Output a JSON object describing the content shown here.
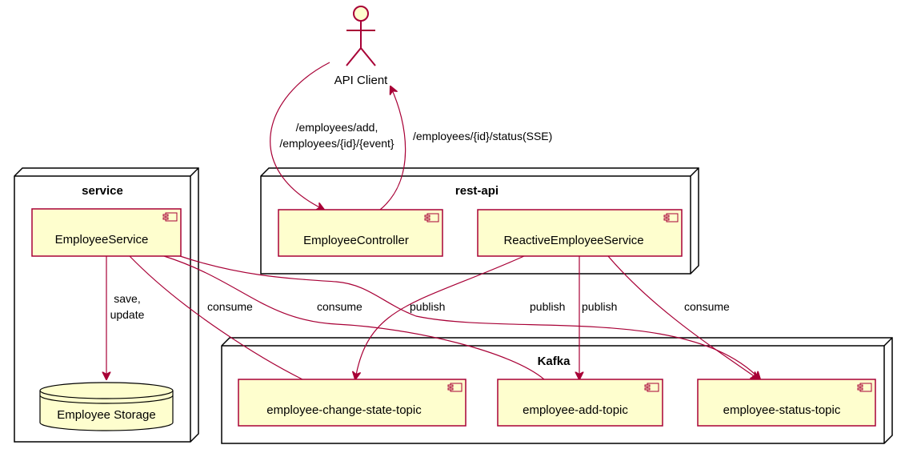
{
  "actor": {
    "label": "API Client"
  },
  "nodes": {
    "service": {
      "title": "service"
    },
    "rest_api": {
      "title": "rest-api"
    },
    "kafka": {
      "title": "Kafka"
    }
  },
  "components": {
    "employee_service": "EmployeeService",
    "employee_controller": "EmployeeController",
    "reactive_employee_service": "ReactiveEmployeeService",
    "change_state_topic": "employee-change-state-topic",
    "add_topic": "employee-add-topic",
    "status_topic": "employee-status-topic"
  },
  "database": {
    "label": "Employee Storage"
  },
  "edges": {
    "client_to_controller_line1": "/employees/add,",
    "client_to_controller_line2": "/employees/{id}/{event}",
    "controller_to_client": "/employees/{id}/status(SSE)",
    "service_to_storage_line1": "save,",
    "service_to_storage_line2": "update",
    "consume_change_state": "consume",
    "consume_add": "consume",
    "publish_change_state": "publish",
    "publish_status_from_service": "publish",
    "publish_add": "publish",
    "consume_status": "consume"
  },
  "colors": {
    "component_fill": "#FEFECE",
    "accent": "#A80036",
    "node_fill": "#FFFFFF",
    "node_border": "#000000"
  }
}
